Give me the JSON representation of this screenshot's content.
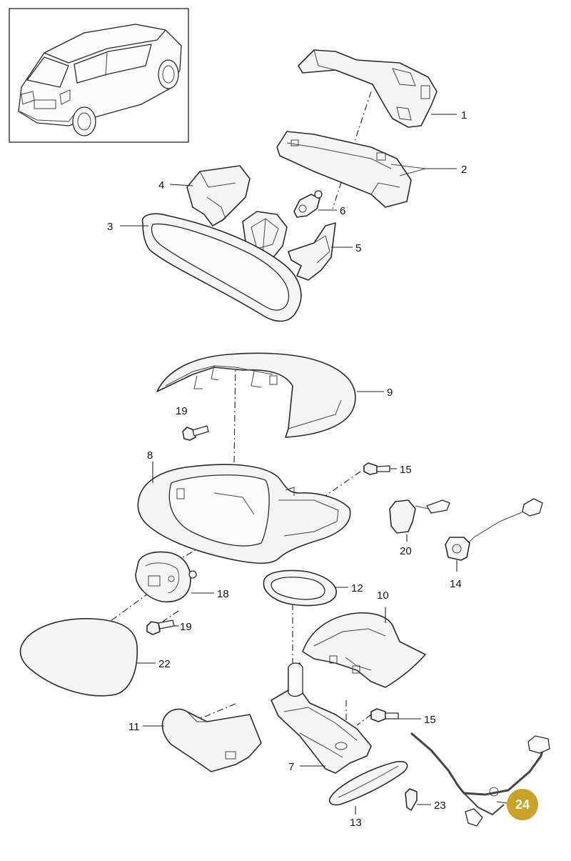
{
  "colors": {
    "highlight_badge": "#c9a227",
    "line": "#2a2a2a",
    "part_fill": "#f4f4f4"
  },
  "overview": {
    "icon": "vehicle-suv-rear-icon"
  },
  "callouts": {
    "p1": "1",
    "p2": "2",
    "p3": "3",
    "p4": "4",
    "p5": "5",
    "p6": "6",
    "p7": "7",
    "p8": "8",
    "p9": "9",
    "p10": "10",
    "p11": "11",
    "p12": "12",
    "p13": "13",
    "p14": "14",
    "p15a": "15",
    "p15b": "15",
    "p18": "18",
    "p19a": "19",
    "p19b": "19",
    "p20": "20",
    "p22": "22",
    "p23": "23"
  },
  "highlight": {
    "label": "24"
  }
}
